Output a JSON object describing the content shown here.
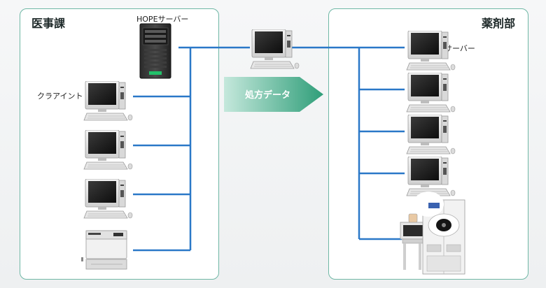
{
  "left_panel": {
    "title": "医事課",
    "server_label": "HOPEサーバー",
    "client_label": "クラアイント"
  },
  "right_panel": {
    "title": "薬剤部",
    "server_label": "サーバー"
  },
  "arrow": {
    "label": "処方データ"
  },
  "colors": {
    "line": "#2a78c8",
    "panel_border": "#6fb7a5",
    "arrow_start": "#c5e8dc",
    "arrow_end": "#2f9e79"
  }
}
